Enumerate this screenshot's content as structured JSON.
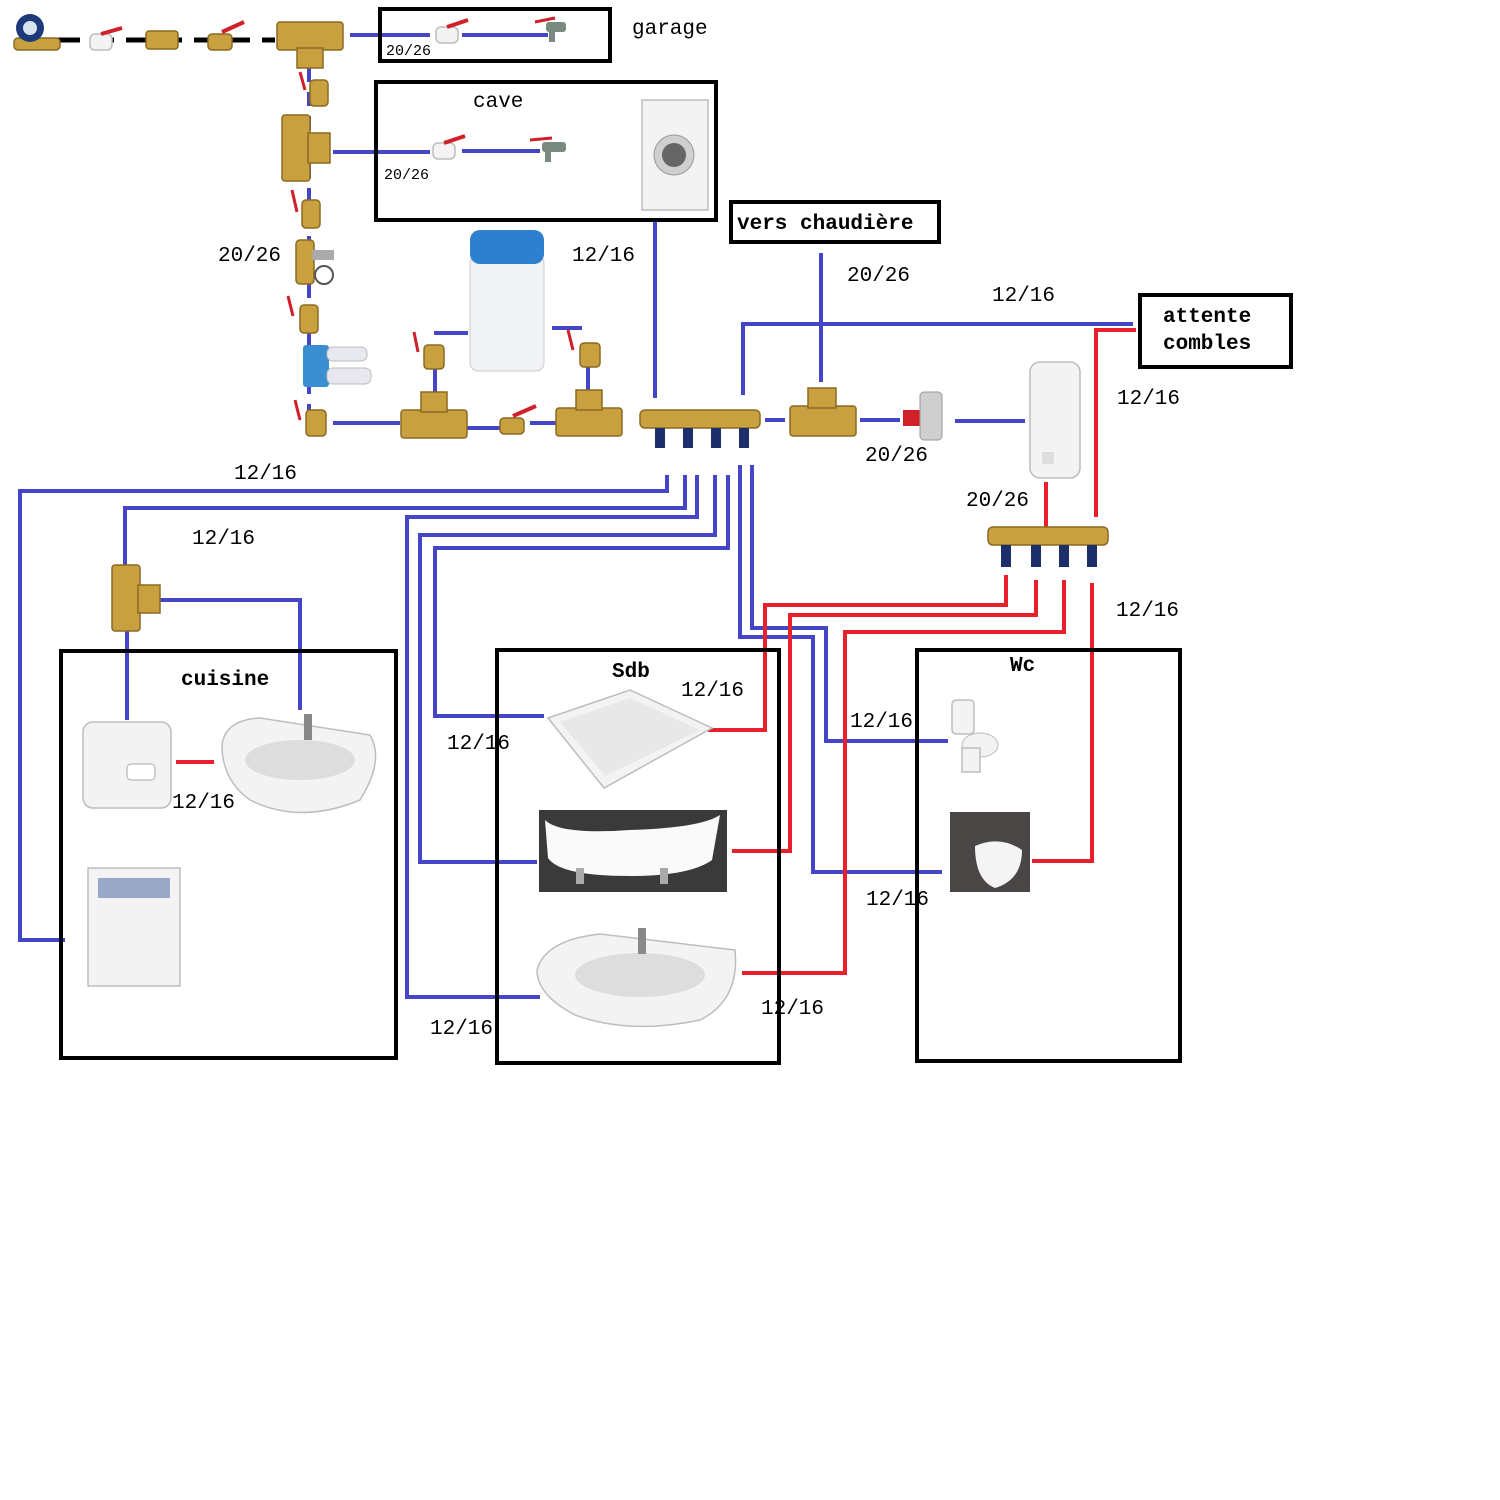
{
  "rooms": {
    "garage": "garage",
    "cave": "cave",
    "chaudiere": "vers chaudière",
    "combles": [
      "attente",
      "combles"
    ],
    "cuisine": "cuisine",
    "sdb": "Sdb",
    "wc": "Wc"
  },
  "pipe_labels": {
    "garage_pipe": "20/26",
    "cave_pipe": "20/26",
    "main_riser": "20/26",
    "washer_feed": "12/16",
    "chaudiere_feed": "20/26",
    "combles_cold": "12/16",
    "combles_hot": "12/16",
    "heater_in": "20/26",
    "kitchen_main": "12/16",
    "heater_out": "20/26",
    "kitchen_branch": "12/16",
    "hot_manifold_out": "12/16",
    "sdb_shower_hot": "12/16",
    "sdb_shower_cold": "12/16",
    "kitchen_heater": "12/16",
    "wc_toilet": "12/16",
    "wc_sink": "12/16",
    "sdb_sink_hot": "12/16",
    "sdb_sink_cold": "12/16"
  },
  "colors": {
    "cold_pipe": "#4545c8",
    "hot_pipe": "#e8202a",
    "supply_line": "#000000",
    "brass": "#c9a040"
  }
}
